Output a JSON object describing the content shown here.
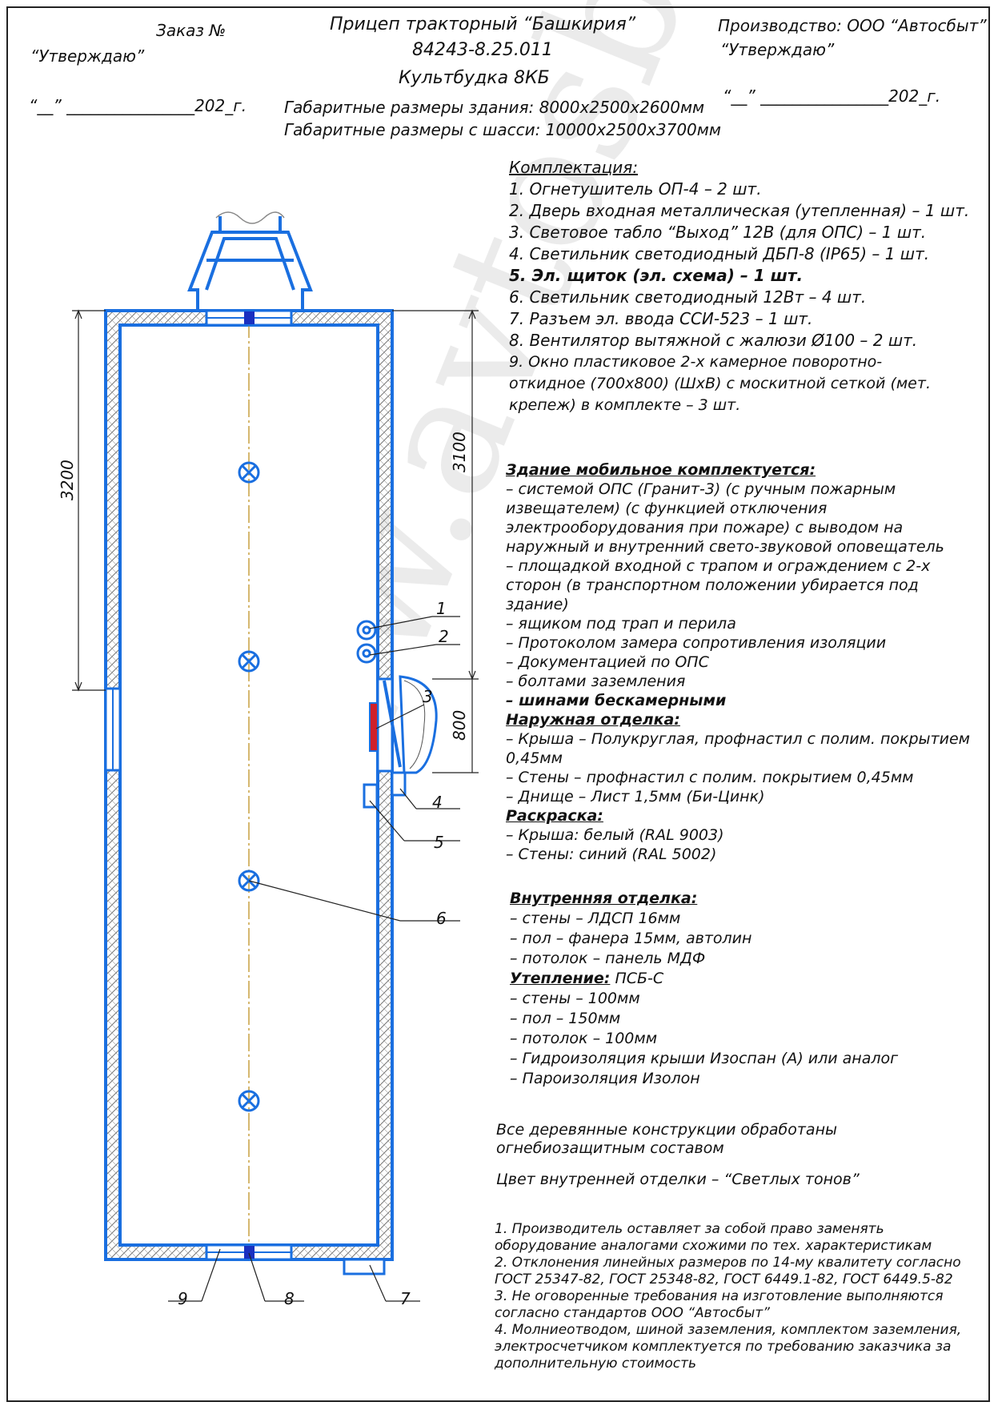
{
  "header": {
    "order": "Заказ №",
    "approve_left": "“Утверждаю”",
    "date_left": "“__” ________________202_г.",
    "title_line1": "Прицеп тракторный “Башкирия”",
    "title_line2": "84243-8.25.011",
    "title_line3": "Культбудка 8КБ",
    "dims_building": "Габаритные размеры здания: 8000x2500x2600мм",
    "dims_chassis": "Габаритные размеры с шасси: 10000x2500x3700мм",
    "producer": "Производство: ООО “Автосбыт”",
    "approve_right": "“Утверждаю”",
    "date_right": "“__” ________________202_г."
  },
  "equipment": {
    "heading": "Комплектация:",
    "items": [
      "1.  Огнетушитель ОП-4 – 2 шт.",
      "2.  Дверь входная металлическая (утепленная) – 1 шт.",
      "3.  Световое табло “Выход” 12В (для ОПС) – 1 шт.",
      "4.  Светильник светодиодный ДБП-8 (IP65) – 1 шт.",
      "5.  Эл. щиток (эл. схема) – 1 шт.",
      "6.  Светильник светодиодный 12Вт – 4 шт.",
      "7.  Разъем эл. ввода ССИ-523 – 1 шт.",
      "8.  Вентилятор вытяжной с жалюзи Ø100 – 2 шт.",
      "9.  Окно пластиковое 2-х камерное поворотно-откидное (700x800) (ШxВ) с москитной сеткой (мет. крепеж) в комплекте – 3 шт."
    ]
  },
  "building": {
    "heading": "Здание мобильное комплектуется:",
    "items": [
      "– системой ОПС (Гранит-3) (с ручным пожарным извещателем) (с функцией отключения электрооборудования при пожаре) с выводом на наружный и внутренний свето-звуковой оповещатель",
      "– площадкой входной с трапом и ограждением с 2-х сторон (в транспортном положении убирается под здание)",
      "– ящиком под трап и перила",
      "– Протоколом замера сопротивления изоляции",
      "– Документацией по ОПС",
      "– болтами заземления",
      "– шинами бескамерными"
    ]
  },
  "exterior": {
    "heading": "Наружная отделка:",
    "items": [
      "– Крыша – Полукруглая, профнастил с полим. покрытием 0,45мм",
      "– Стены – профнастил с полим. покрытием 0,45мм",
      "– Днище – Лист 1,5мм (Би-Цинк)"
    ]
  },
  "paint": {
    "heading": "Раскраска:",
    "items": [
      "– Крыша: белый (RAL 9003)",
      "– Стены: синий (RAL 5002)"
    ]
  },
  "interior": {
    "heading": "Внутренняя отделка:",
    "items": [
      "– стены – ЛДСП 16мм",
      "– пол – фанера 15мм, автолин",
      "– потолок – панель МДФ"
    ]
  },
  "insulation": {
    "heading": "Утепление:",
    "heading_value": " ПСБ-С",
    "items": [
      "– стены – 100мм",
      "– пол – 150мм",
      "– потолок – 100мм",
      "– Гидроизоляция крыши Изоспан (А) или аналог",
      "– Пароизоляция Изолон"
    ]
  },
  "remarks": {
    "wood": "Все деревянные конструкции обработаны огнебиозащитным составом",
    "color": "Цвет внутренней отделки – “Светлых тонов”"
  },
  "notes": [
    "1.  Производитель оставляет за собой право заменять оборудование аналогами схожими по тех. характеристикам",
    "2.  Отклонения линейных размеров по 14-му квалитету согласно ГОСТ 25347-82, ГОСТ 25348-82, ГОСТ 6449.1-82, ГОСТ 6449.5-82",
    "3.  Не оговоренные требования на изготовление выполняются согласно стандартов ООО “Автосбыт”",
    "4.  Молниеотводом, шиной заземления, комплектом заземления, электросчетчиком комплектуется по требованию заказчика за дополнительную стоимость"
  ],
  "drawing": {
    "dim_left": "3200",
    "dim_right": "3100",
    "dim_door": "800",
    "callouts": [
      "1",
      "2",
      "3",
      "4",
      "5",
      "6",
      "7",
      "8",
      "9"
    ]
  },
  "watermark": "www.avtosbyt.ru",
  "colors": {
    "wall": "#1a6fe0",
    "line": "#222222",
    "accent": "#d0202a",
    "axis": "#c8a040"
  }
}
